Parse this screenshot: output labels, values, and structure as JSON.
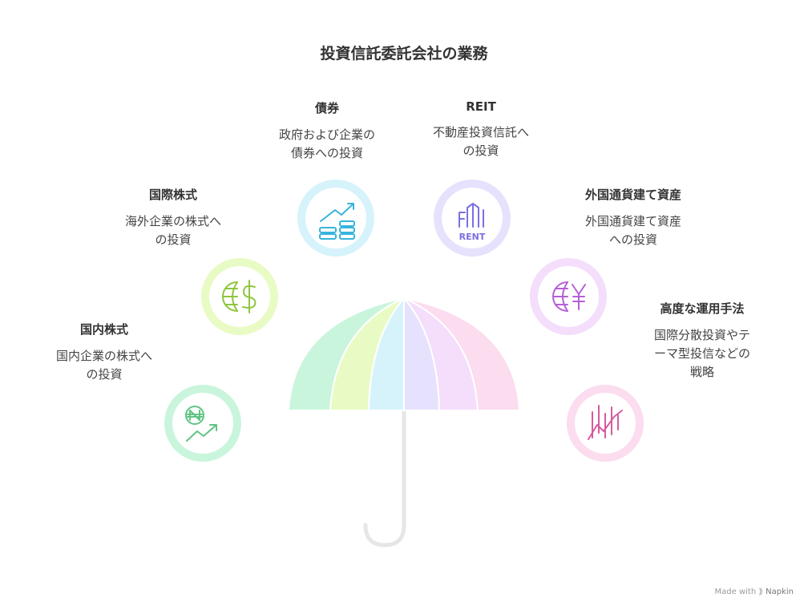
{
  "title": "投資信託委託会社の業務",
  "items": [
    {
      "heading": "国内株式",
      "desc_lines": [
        "国内企業の株式へ",
        "の投資"
      ],
      "icon": "won-coin-growth-icon",
      "color": "#c9f5dc"
    },
    {
      "heading": "国際株式",
      "desc_lines": [
        "海外企業の株式へ",
        "の投資"
      ],
      "icon": "globe-currency-icon",
      "color": "#e9fbc4"
    },
    {
      "heading": "債券",
      "desc_lines": [
        "政府および企業の",
        "債券への投資"
      ],
      "icon": "coins-growth-icon",
      "color": "#d6f3fc"
    },
    {
      "heading": "REIT",
      "desc_lines": [
        "不動産投資信託へ",
        "の投資"
      ],
      "icon": "rent-building-icon",
      "color": "#e6e2fd"
    },
    {
      "heading": "外国通貨建て資産",
      "desc_lines": [
        "外国通貨建て資産",
        "への投資"
      ],
      "icon": "globe-yen-icon",
      "color": "#f4defc"
    },
    {
      "heading": "高度な運用手法",
      "desc_lines": [
        "国際分散投資やテ",
        "ーマ型投信などの",
        "戦略"
      ],
      "icon": "stock-chart-icon",
      "color": "#fcdcef"
    }
  ],
  "umbrella_colors": [
    "#c9f5dc",
    "#e9fbc4",
    "#d6f3fc",
    "#e6e2fd",
    "#f4defc",
    "#fcdcef"
  ],
  "footer": {
    "prefix": "Made with",
    "brand": "Napkin"
  }
}
